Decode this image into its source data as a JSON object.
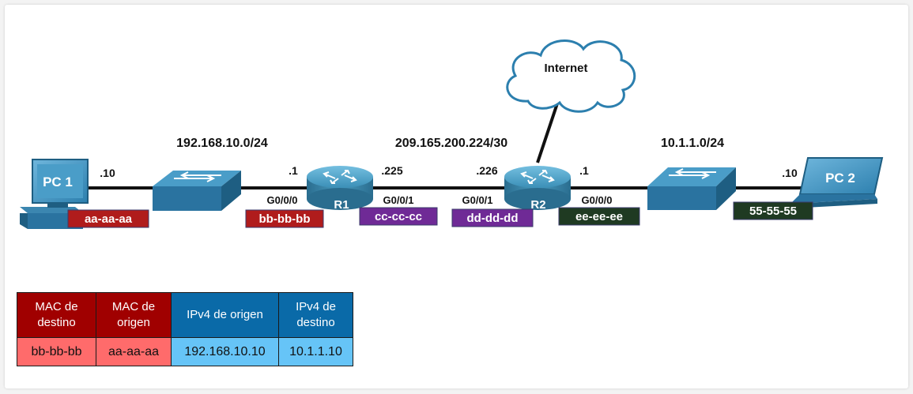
{
  "diagram": {
    "devices": {
      "pc1": {
        "label": "PC 1"
      },
      "pc2": {
        "label": "PC 2"
      },
      "r1": {
        "label": "R1"
      },
      "r2": {
        "label": "R2"
      },
      "internet": {
        "label": "Internet"
      }
    },
    "networks": {
      "lan1": "192.168.10.0/24",
      "wan": "209.165.200.224/30",
      "lan2": "10.1.1.0/24"
    },
    "host_addresses": {
      "pc1": ".10",
      "r1_g000": ".1",
      "r1_g001": ".225",
      "r2_g001": ".226",
      "r2_g000": ".1",
      "pc2": ".10"
    },
    "interfaces": {
      "r1_g000": "G0/0/0",
      "r1_g001": "G0/0/1",
      "r2_g001": "G0/0/1",
      "r2_g000": "G0/0/0"
    },
    "mac_tags": {
      "pc1": {
        "text": "aa-aa-aa",
        "color": "#b01c1c"
      },
      "r1_g000": {
        "text": "bb-bb-bb",
        "color": "#b01c1c"
      },
      "r1_g001": {
        "text": "cc-cc-cc",
        "color": "#6f2a96"
      },
      "r2_g001": {
        "text": "dd-dd-dd",
        "color": "#6f2a96"
      },
      "r2_g000": {
        "text": "ee-ee-ee",
        "color": "#1f3a22"
      },
      "pc2": {
        "text": "55-55-55",
        "color": "#1f3a22"
      }
    }
  },
  "frame_table": {
    "headers": [
      "MAC de destino",
      "MAC de origen",
      "IPv4 de origen",
      "IPv4 de destino"
    ],
    "values": [
      "bb-bb-bb",
      "aa-aa-aa",
      "192.168.10.10",
      "10.1.1.10"
    ],
    "colors": {
      "mac_header": "#a00000",
      "mac_cell": "#ff6b6b",
      "ip_header": "#0a6aa8",
      "ip_cell": "#66c4f7"
    }
  }
}
